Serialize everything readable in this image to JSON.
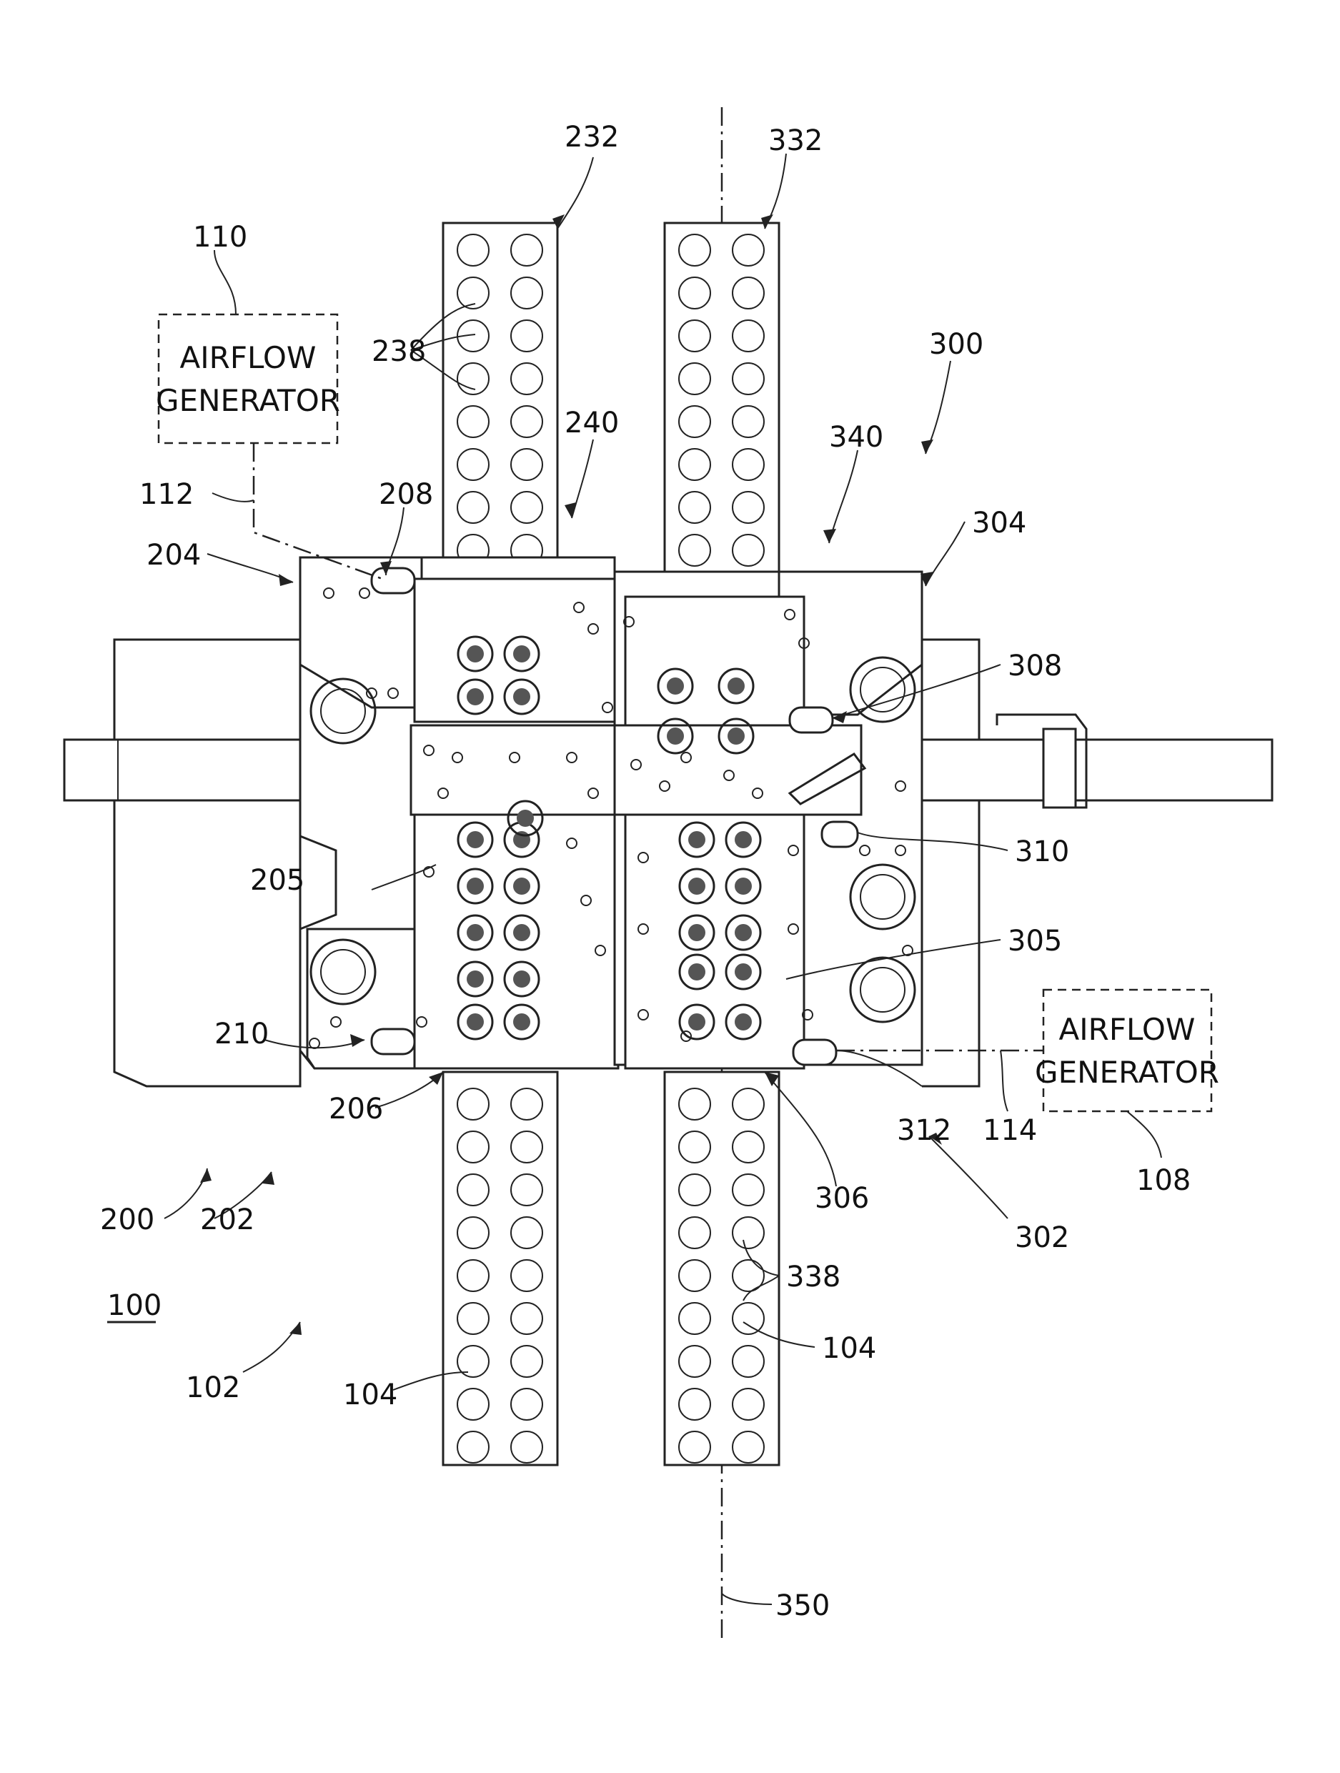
{
  "boxes": {
    "left": {
      "line1": "AIRFLOW",
      "line2": "GENERATOR"
    },
    "right": {
      "line1": "AIRFLOW",
      "line2": "GENERATOR"
    }
  },
  "labels": {
    "n100": "100",
    "n102": "102",
    "n104a": "104",
    "n104b": "104",
    "n108": "108",
    "n110": "110",
    "n112": "112",
    "n114": "114",
    "n200": "200",
    "n202": "202",
    "n204": "204",
    "n205": "205",
    "n206": "206",
    "n208": "208",
    "n210": "210",
    "n232": "232",
    "n238": "238",
    "n240": "240",
    "n300": "300",
    "n302": "302",
    "n304": "304",
    "n305": "305",
    "n306": "306",
    "n308": "308",
    "n310": "310",
    "n312": "312",
    "n332": "332",
    "n338": "338",
    "n340": "340",
    "n350": "350"
  }
}
